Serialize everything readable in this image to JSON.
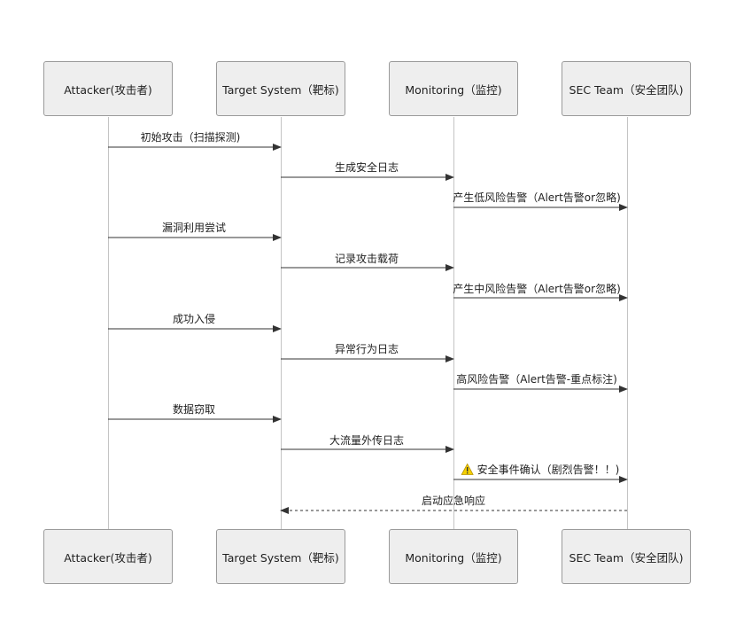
{
  "participants": [
    {
      "id": "attacker",
      "label": "Attacker(攻击者)"
    },
    {
      "id": "target",
      "label": "Target System（靶标)"
    },
    {
      "id": "monitor",
      "label": "Monitoring（监控)"
    },
    {
      "id": "sec",
      "label": "SEC Team（安全团队)"
    }
  ],
  "messages": [
    {
      "from": "attacker",
      "to": "target",
      "label": "初始攻击（扫描探测)",
      "style": "solid"
    },
    {
      "from": "target",
      "to": "monitor",
      "label": "生成安全日志",
      "style": "solid"
    },
    {
      "from": "monitor",
      "to": "sec",
      "label": "产生低风险告警（Alert告警or忽略)",
      "style": "solid"
    },
    {
      "from": "attacker",
      "to": "target",
      "label": "漏洞利用尝试",
      "style": "solid"
    },
    {
      "from": "target",
      "to": "monitor",
      "label": "记录攻击载荷",
      "style": "solid"
    },
    {
      "from": "monitor",
      "to": "sec",
      "label": "产生中风险告警（Alert告警or忽略)",
      "style": "solid"
    },
    {
      "from": "attacker",
      "to": "target",
      "label": "成功入侵",
      "style": "solid"
    },
    {
      "from": "target",
      "to": "monitor",
      "label": "异常行为日志",
      "style": "solid"
    },
    {
      "from": "monitor",
      "to": "sec",
      "label": "高风险告警（Alert告警-重点标注)",
      "style": "solid"
    },
    {
      "from": "attacker",
      "to": "target",
      "label": "数据窃取",
      "style": "solid"
    },
    {
      "from": "target",
      "to": "monitor",
      "label": "大流量外传日志",
      "style": "solid"
    },
    {
      "from": "monitor",
      "to": "sec",
      "label": "安全事件确认（剧烈告警！！)",
      "style": "solid",
      "icon": "warning-icon"
    },
    {
      "from": "sec",
      "to": "target",
      "label": "启动应急响应",
      "style": "dashed"
    }
  ],
  "colors": {
    "box_fill": "#eeeeee",
    "box_border": "#9a9a9a",
    "arrow": "#333333",
    "lifeline": "#c4c4c4",
    "warning": "#f5d000"
  }
}
